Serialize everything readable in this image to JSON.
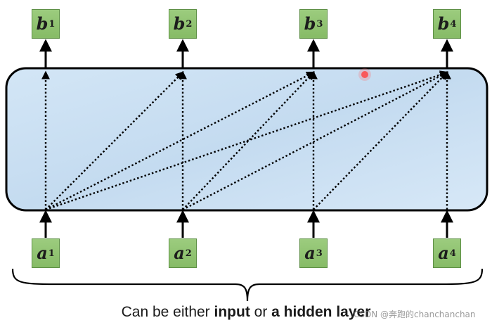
{
  "outputs": [
    {
      "symbol": "b",
      "index": "1"
    },
    {
      "symbol": "b",
      "index": "2"
    },
    {
      "symbol": "b",
      "index": "3"
    },
    {
      "symbol": "b",
      "index": "4"
    }
  ],
  "inputs": [
    {
      "symbol": "a",
      "index": "1"
    },
    {
      "symbol": "a",
      "index": "2"
    },
    {
      "symbol": "a",
      "index": "3"
    },
    {
      "symbol": "a",
      "index": "4"
    }
  ],
  "caption": {
    "prefix": "Can be either ",
    "bold_1": "input",
    "middle": " or ",
    "bold_2": "a hidden layer"
  },
  "watermark": "CSDN @奔跑的chanchanchan",
  "colors": {
    "node_fill": "#8fc46f",
    "box_fill": "#cfe2f3",
    "line": "#000000"
  }
}
